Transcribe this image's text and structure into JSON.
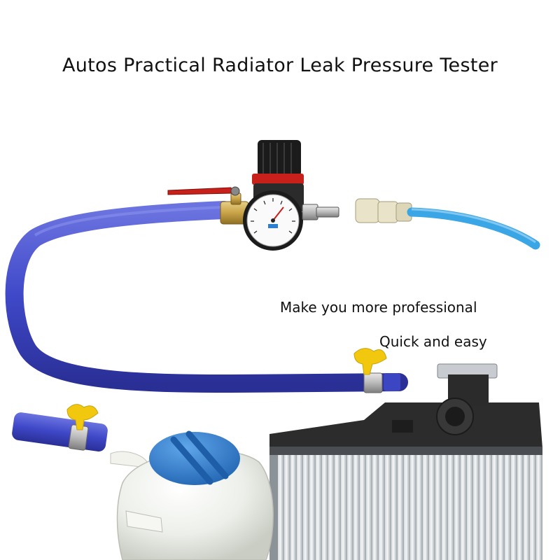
{
  "title": "Autos Practical Radiator Leak Pressure Tester",
  "tagline_1": "Make you more professional",
  "tagline_2": "Quick and easy",
  "colors": {
    "hose_blue": "#3f48c8",
    "air_line_blue": "#3aa6e6",
    "clamp_yellow": "#f2c80f",
    "regulator_red": "#c8201b",
    "cap_blue": "#2f7fd0",
    "brass": "#c9a347"
  }
}
